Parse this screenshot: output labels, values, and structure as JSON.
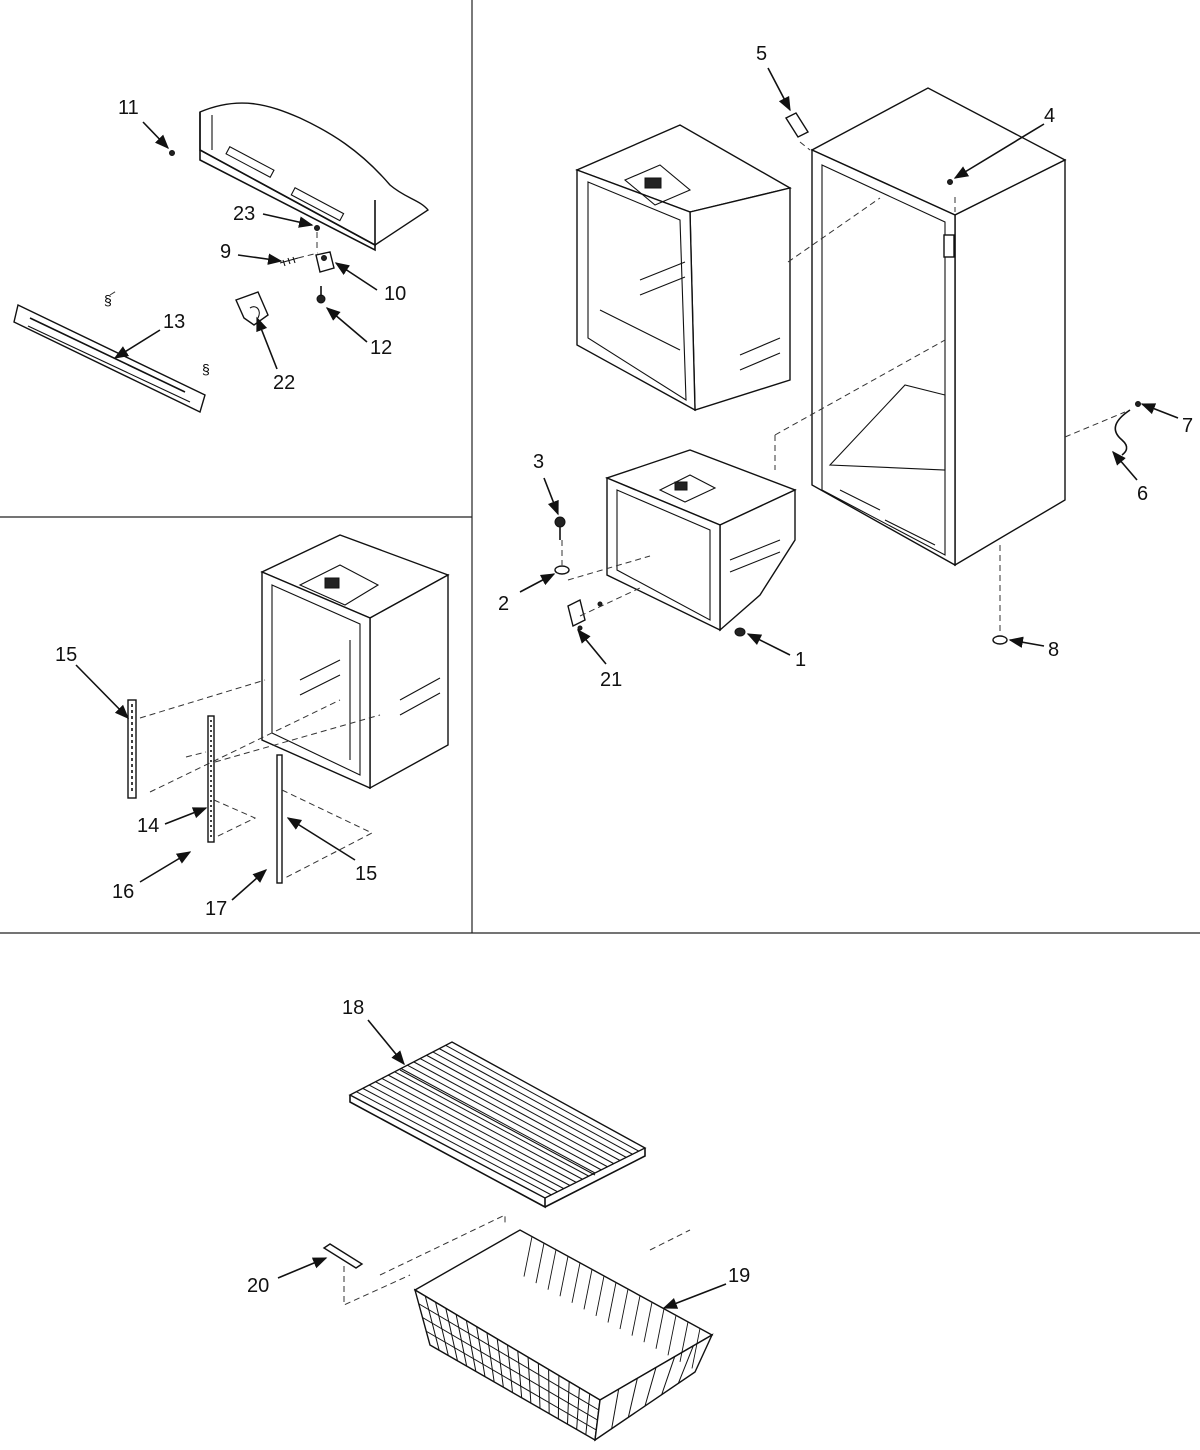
{
  "labels": {
    "l1": "1",
    "l2": "2",
    "l3": "3",
    "l4": "4",
    "l5": "5",
    "l6": "6",
    "l7": "7",
    "l8": "8",
    "l9": "9",
    "l10": "10",
    "l11": "11",
    "l12": "12",
    "l13": "13",
    "l14": "14",
    "l15a": "15",
    "l15b": "15",
    "l16": "16",
    "l17": "17",
    "l18": "18",
    "l19": "19",
    "l20": "20",
    "l21": "21",
    "l22": "22",
    "l23": "23"
  }
}
